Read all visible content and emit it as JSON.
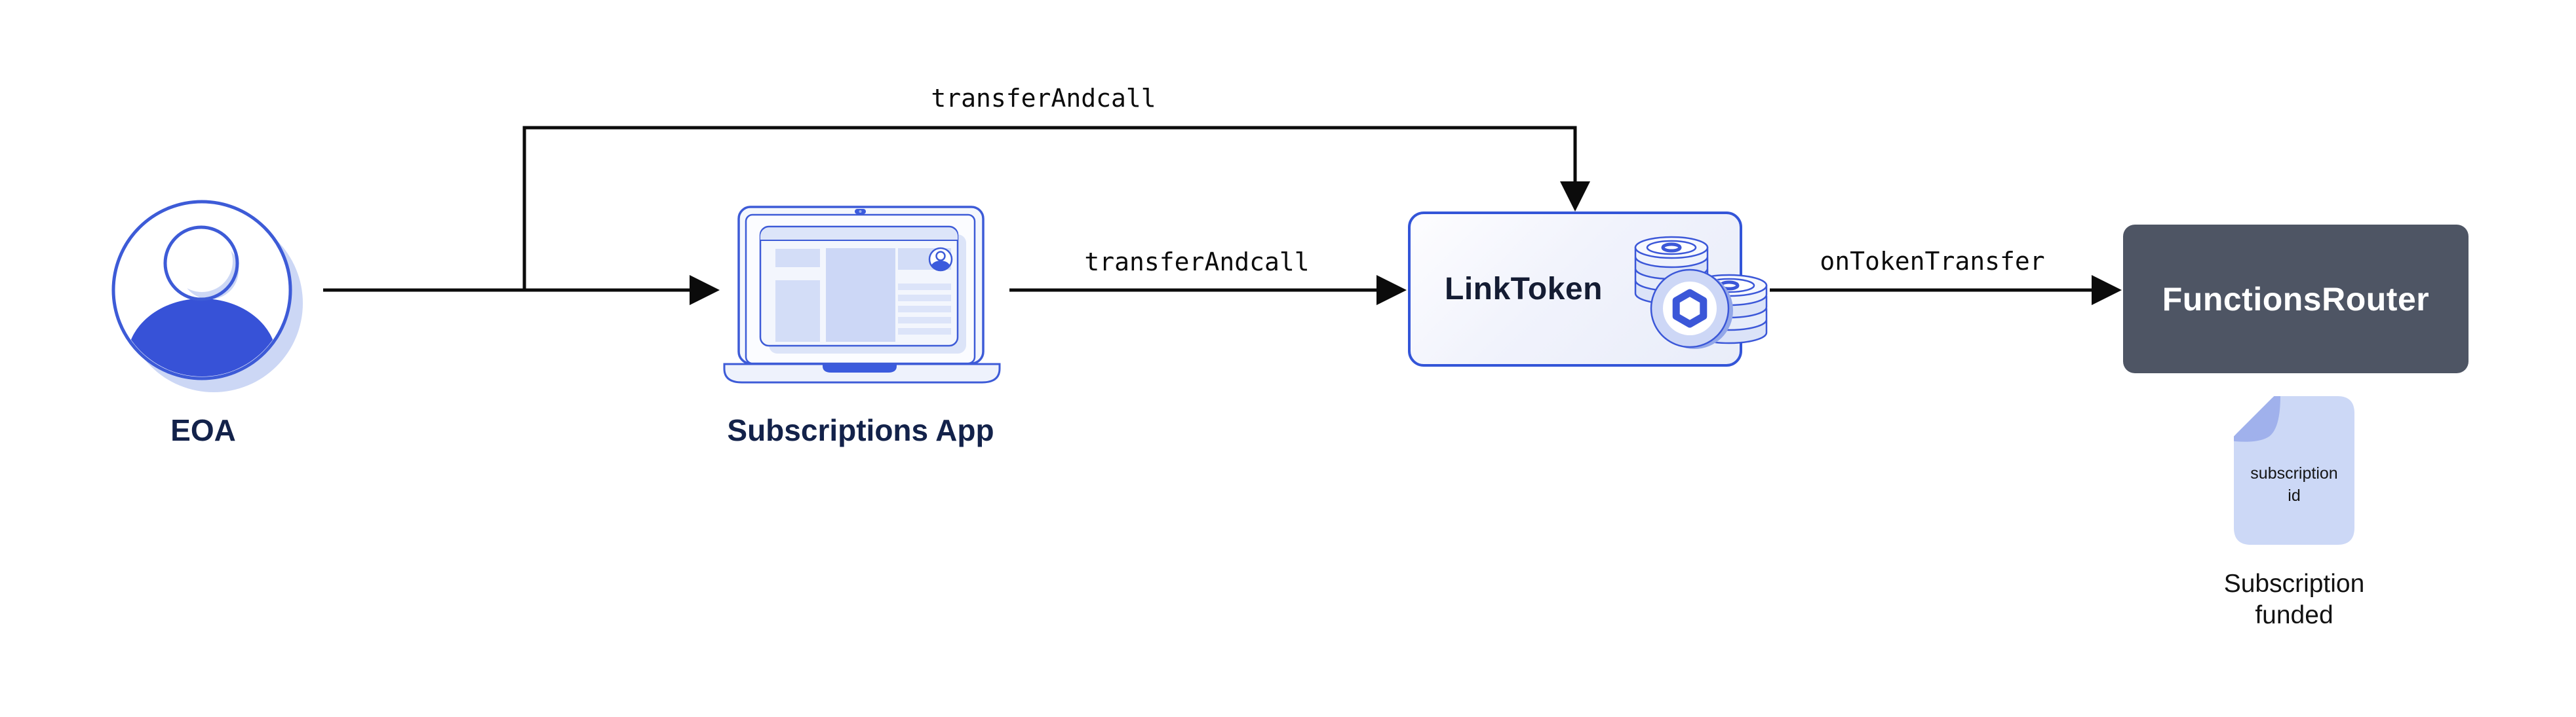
{
  "diagram": {
    "colors": {
      "accent_blue": "#3d5bd7",
      "navy_text": "#13224a",
      "dark_box": "#4e5564",
      "periwinkle_shadow": "#ccd7f5",
      "edge_black": "#0b0b0b"
    },
    "nodes": {
      "eoa": {
        "label": "EOA",
        "icon": "user-avatar-icon"
      },
      "subscriptions_app": {
        "label": "Subscriptions App",
        "icon": "laptop-icon"
      },
      "link_token": {
        "label": "LinkToken",
        "icon": "coin-stack-icon"
      },
      "functions_router": {
        "label": "FunctionsRouter"
      },
      "subscription_doc": {
        "line1": "subscription",
        "line2": "id",
        "icon": "document-icon"
      },
      "subscription_funded": {
        "line1": "Subscription",
        "line2": "funded"
      }
    },
    "edges": {
      "top_transfer_and_call": {
        "label": "transferAndcall",
        "from": "EOA",
        "to": "LinkToken"
      },
      "mid_transfer_and_call": {
        "label": "transferAndcall",
        "from": "Subscriptions App",
        "to": "LinkToken"
      },
      "on_token_transfer": {
        "label": "onTokenTransfer",
        "from": "LinkToken",
        "to": "FunctionsRouter"
      }
    }
  }
}
